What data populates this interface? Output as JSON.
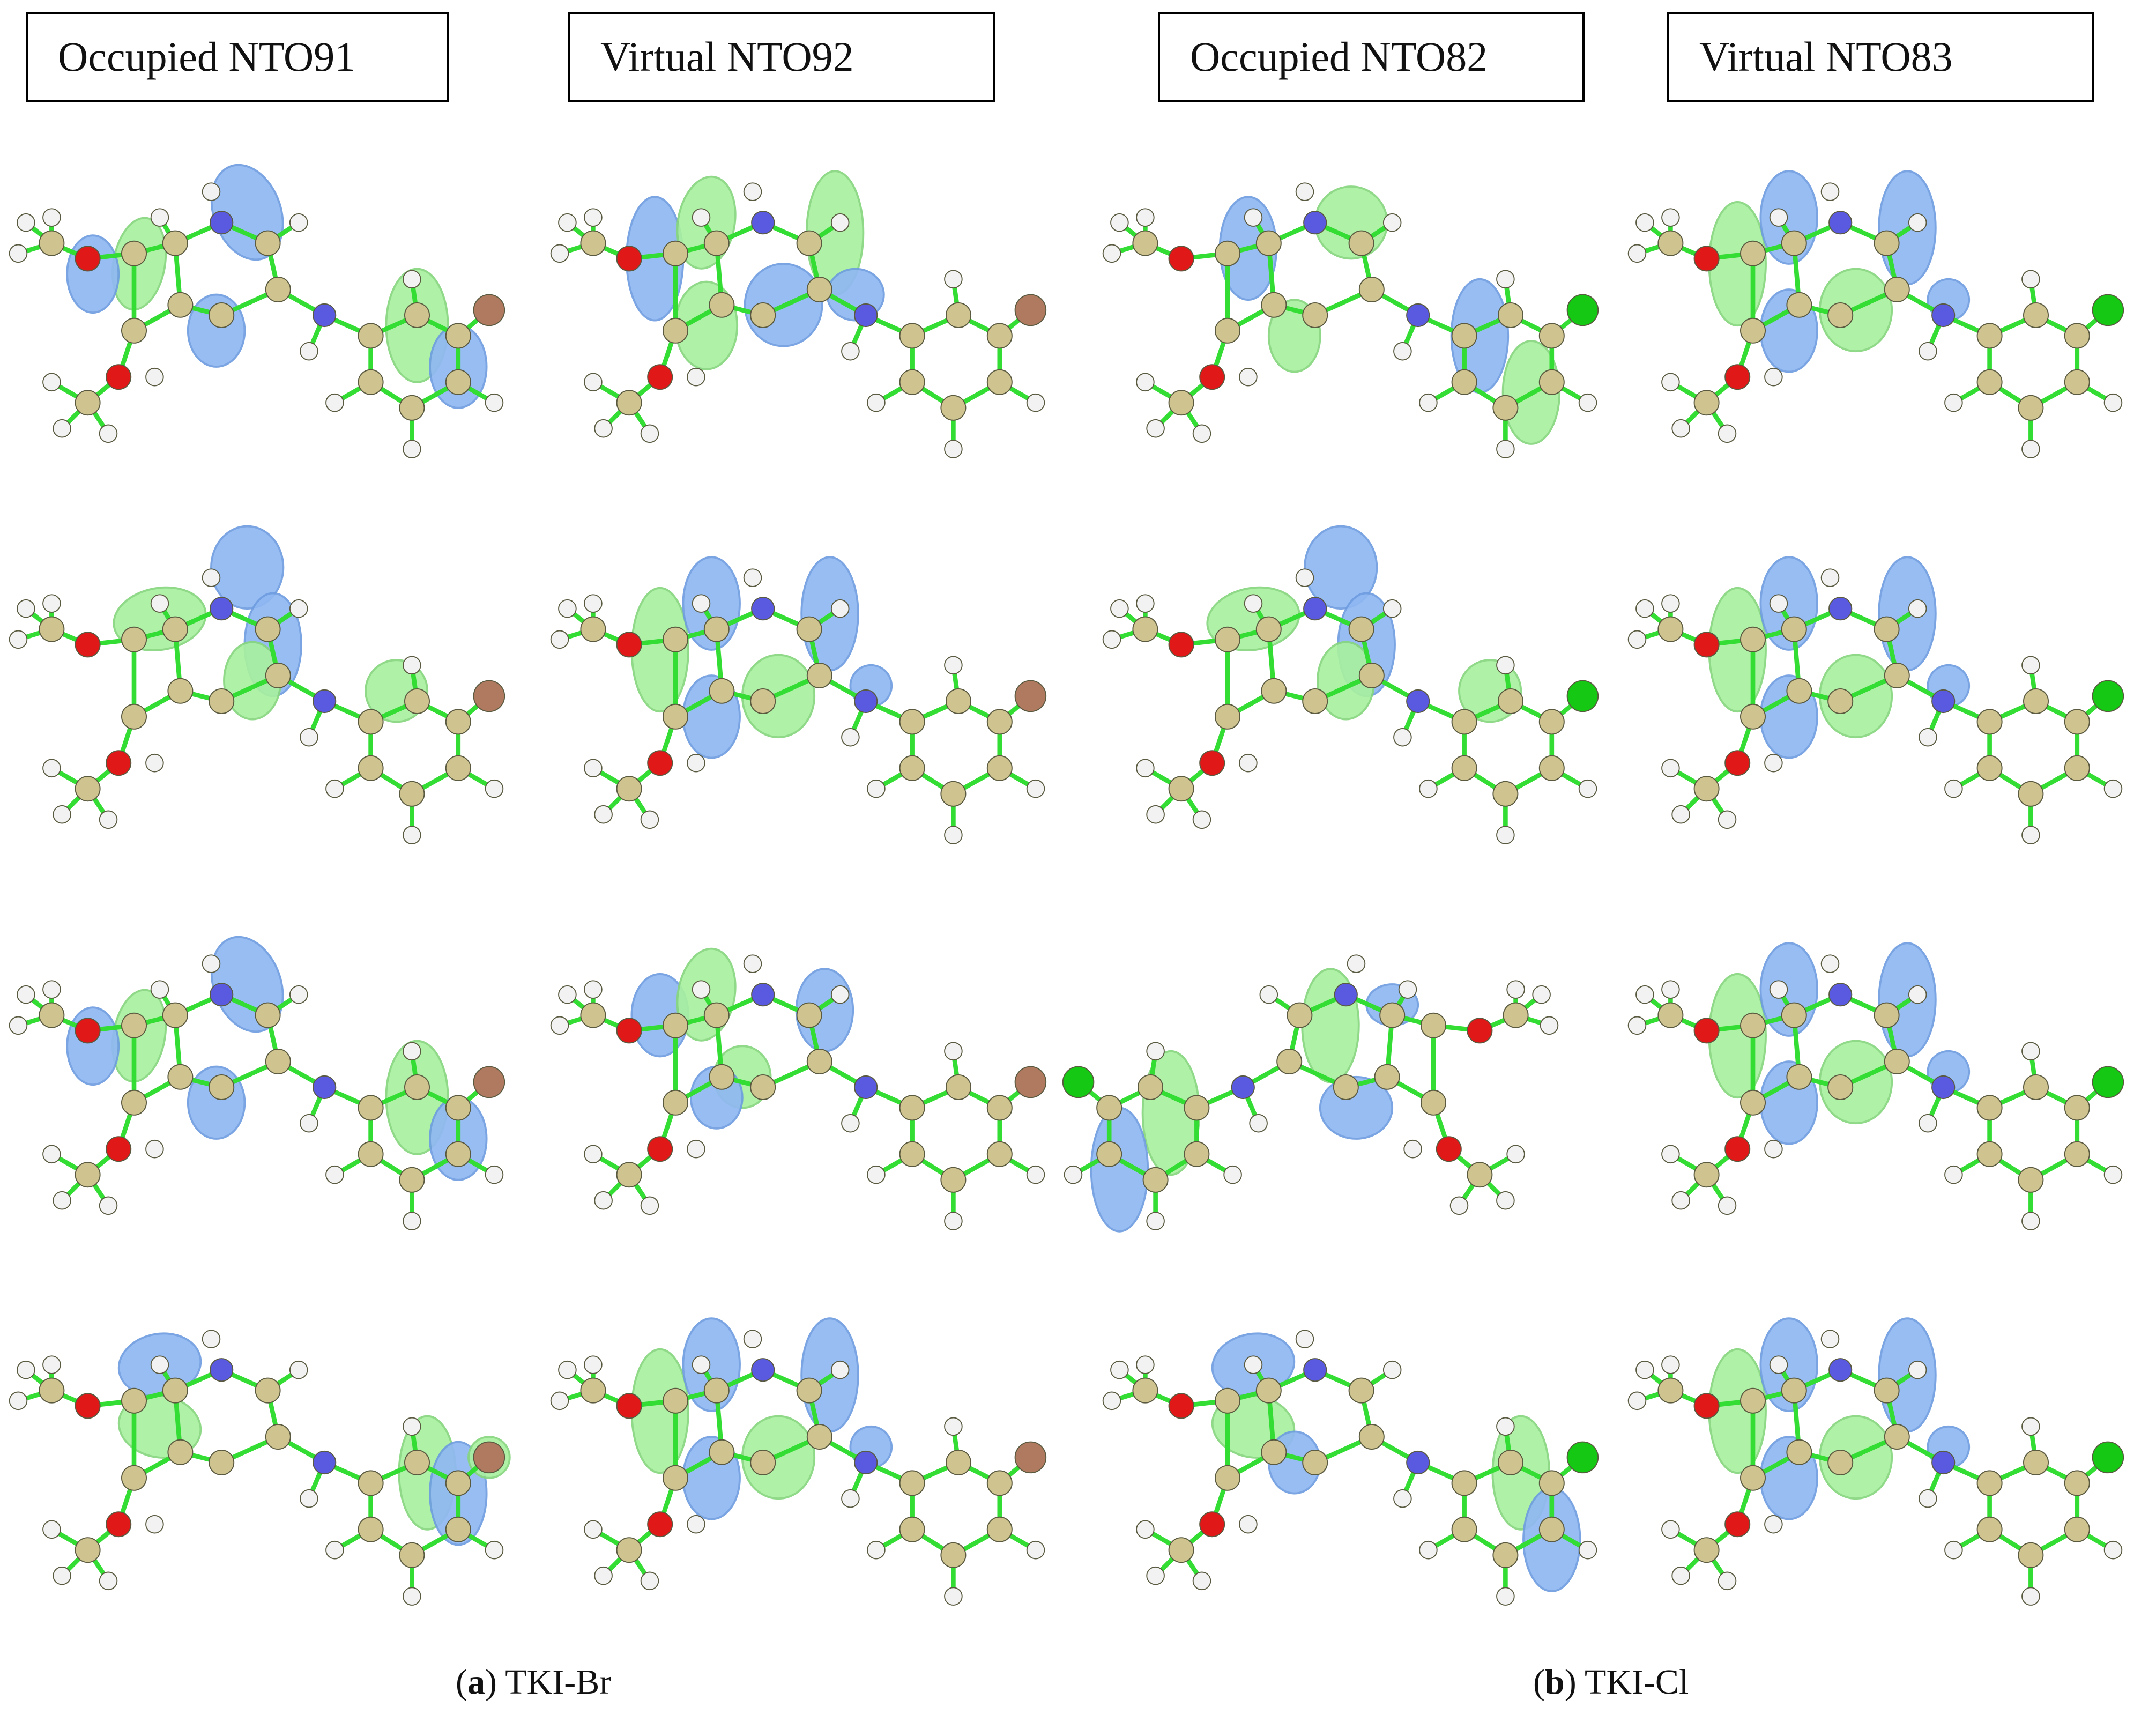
{
  "headers": [
    {
      "label": "Occupied NTO91"
    },
    {
      "label": "Virtual NTO92"
    },
    {
      "label": "Occupied NTO82"
    },
    {
      "label": "Virtual NTO83"
    }
  ],
  "captions": [
    {
      "tag": "a",
      "text": "TKI-Br"
    },
    {
      "tag": "b",
      "text": "TKI-Cl"
    }
  ],
  "colors": {
    "carbon": "#cfc38f",
    "hydrogen": "#f2f2f2",
    "oxygen": "#e01818",
    "nitrogen": "#5a5ae0",
    "bromine": "#b07a60",
    "chlorine": "#14c814",
    "bond": "#33dd33",
    "lobe_positive": "#8fb8f2",
    "lobe_negative": "#a8f0a0"
  },
  "panels": [
    {
      "halogen": "Br",
      "variant": 0
    },
    {
      "halogen": "Br",
      "variant": 1
    },
    {
      "halogen": "Cl",
      "variant": 2
    },
    {
      "halogen": "Cl",
      "variant": 3
    },
    {
      "halogen": "Br",
      "variant": 4
    },
    {
      "halogen": "Br",
      "variant": 5
    },
    {
      "halogen": "Cl",
      "variant": 6
    },
    {
      "halogen": "Cl",
      "variant": 7
    },
    {
      "halogen": "Br",
      "variant": 8
    },
    {
      "halogen": "Br",
      "variant": 9
    },
    {
      "halogen": "Cl",
      "variant": 10,
      "mirrored": true
    },
    {
      "halogen": "Cl",
      "variant": 11
    },
    {
      "halogen": "Br",
      "variant": 12
    },
    {
      "halogen": "Br",
      "variant": 13
    },
    {
      "halogen": "Cl",
      "variant": 14
    },
    {
      "halogen": "Cl",
      "variant": 15
    }
  ]
}
